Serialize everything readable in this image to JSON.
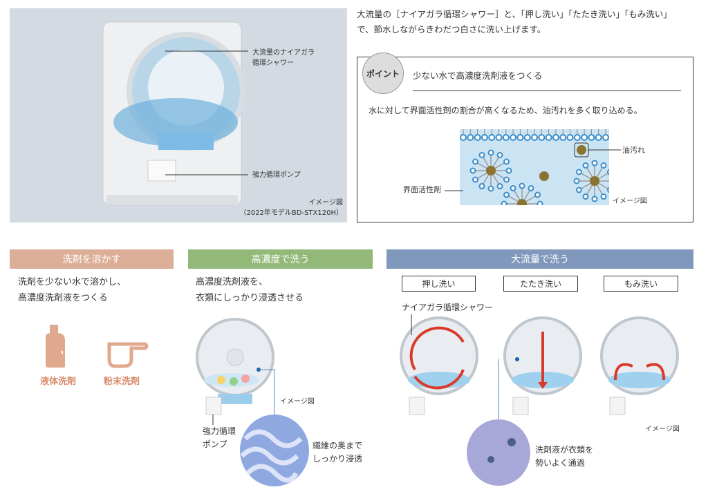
{
  "intro": {
    "line1": "大流量の［ナイアガラ循環シャワー］と、「押し洗い」「たたき洗い」「もみ洗い」",
    "line2": "で、節水しながらきわだつ白さに洗い上げます。"
  },
  "photo": {
    "label_shower_1": "大流量のナイアガラ",
    "label_shower_2": "循環シャワー",
    "label_pump": "強力循環ポンプ",
    "caption_1": "イメージ図",
    "caption_2": "（2022年モデルBD-STX120H）"
  },
  "point": {
    "badge": "ポイント",
    "title": "少ない水で高濃度洗剤液をつくる",
    "body": "水に対して界面活性剤の割合が高くなるため、油汚れを多く取り込める。",
    "label_oil": "油汚れ",
    "label_surfactant": "界面活性剤",
    "caption": "イメージ図"
  },
  "colors": {
    "step1": "#dcae98",
    "step2": "#93b978",
    "step3": "#7f98bb",
    "detergent": "#e0a88c"
  },
  "steps": [
    {
      "title": "洗剤を溶かす",
      "desc_1": "洗剤を少ない水で溶かし、",
      "desc_2": "高濃度洗剤液をつくる",
      "icon_liquid": "液体洗剤",
      "icon_powder": "粉末洗剤"
    },
    {
      "title": "高濃度で洗う",
      "desc_1": "高濃度洗剤液を、",
      "desc_2": "衣類にしっかり浸透させる",
      "caption": "イメージ図",
      "pump_1": "強力循環",
      "pump_2": "ポンプ",
      "zoom_1": "繊維の奥まで",
      "zoom_2": "しっかり浸透"
    },
    {
      "title": "大流量で洗う",
      "modes": [
        "押し洗い",
        "たたき洗い",
        "もみ洗い"
      ],
      "shower": "ナイアガラ循環シャワー",
      "caption": "イメージ図",
      "zoom_1": "洗剤液が衣類を",
      "zoom_2": "勢いよく通過"
    }
  ]
}
